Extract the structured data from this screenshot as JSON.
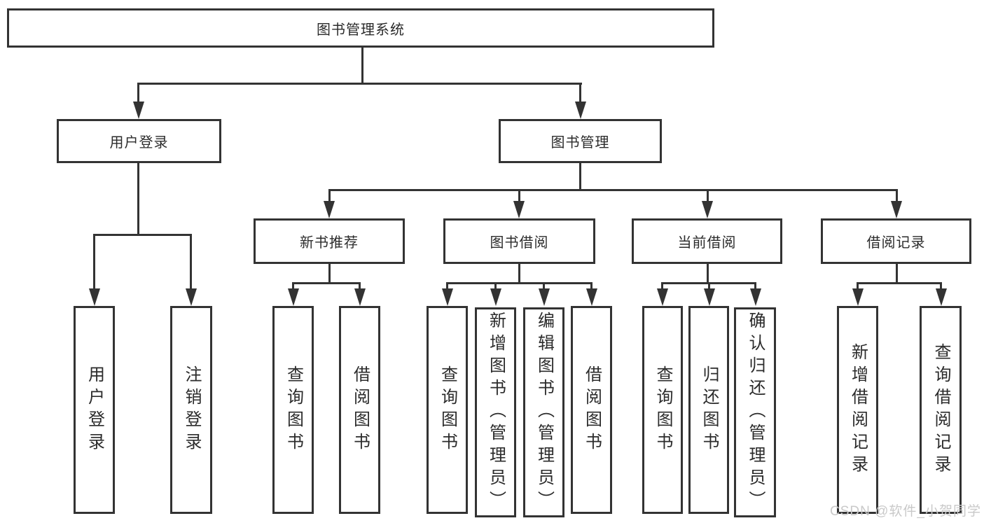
{
  "tree": {
    "root": "图书管理系统",
    "branches": [
      {
        "label": "用户登录",
        "leaves": [
          "用户登录",
          "注销登录"
        ]
      },
      {
        "label": "图书管理",
        "groups": [
          {
            "label": "新书推荐",
            "leaves": [
              "查询图书",
              "借阅图书"
            ]
          },
          {
            "label": "图书借阅",
            "leaves": [
              "查询图书",
              "新增图书（管理员）",
              "编辑图书（管理员）",
              "借阅图书"
            ]
          },
          {
            "label": "当前借阅",
            "leaves": [
              "查询图书",
              "归还图书",
              "确认归还（管理员）"
            ]
          },
          {
            "label": "借阅记录",
            "leaves": [
              "新增借阅记录",
              "查询借阅记录"
            ]
          }
        ]
      }
    ]
  },
  "watermark": {
    "text": "CSDN @软件_小贺同学"
  },
  "colors": {
    "line": "#333333",
    "text": "#2b2b2b",
    "watermark": "#c9c9c9",
    "background": "#ffffff"
  }
}
